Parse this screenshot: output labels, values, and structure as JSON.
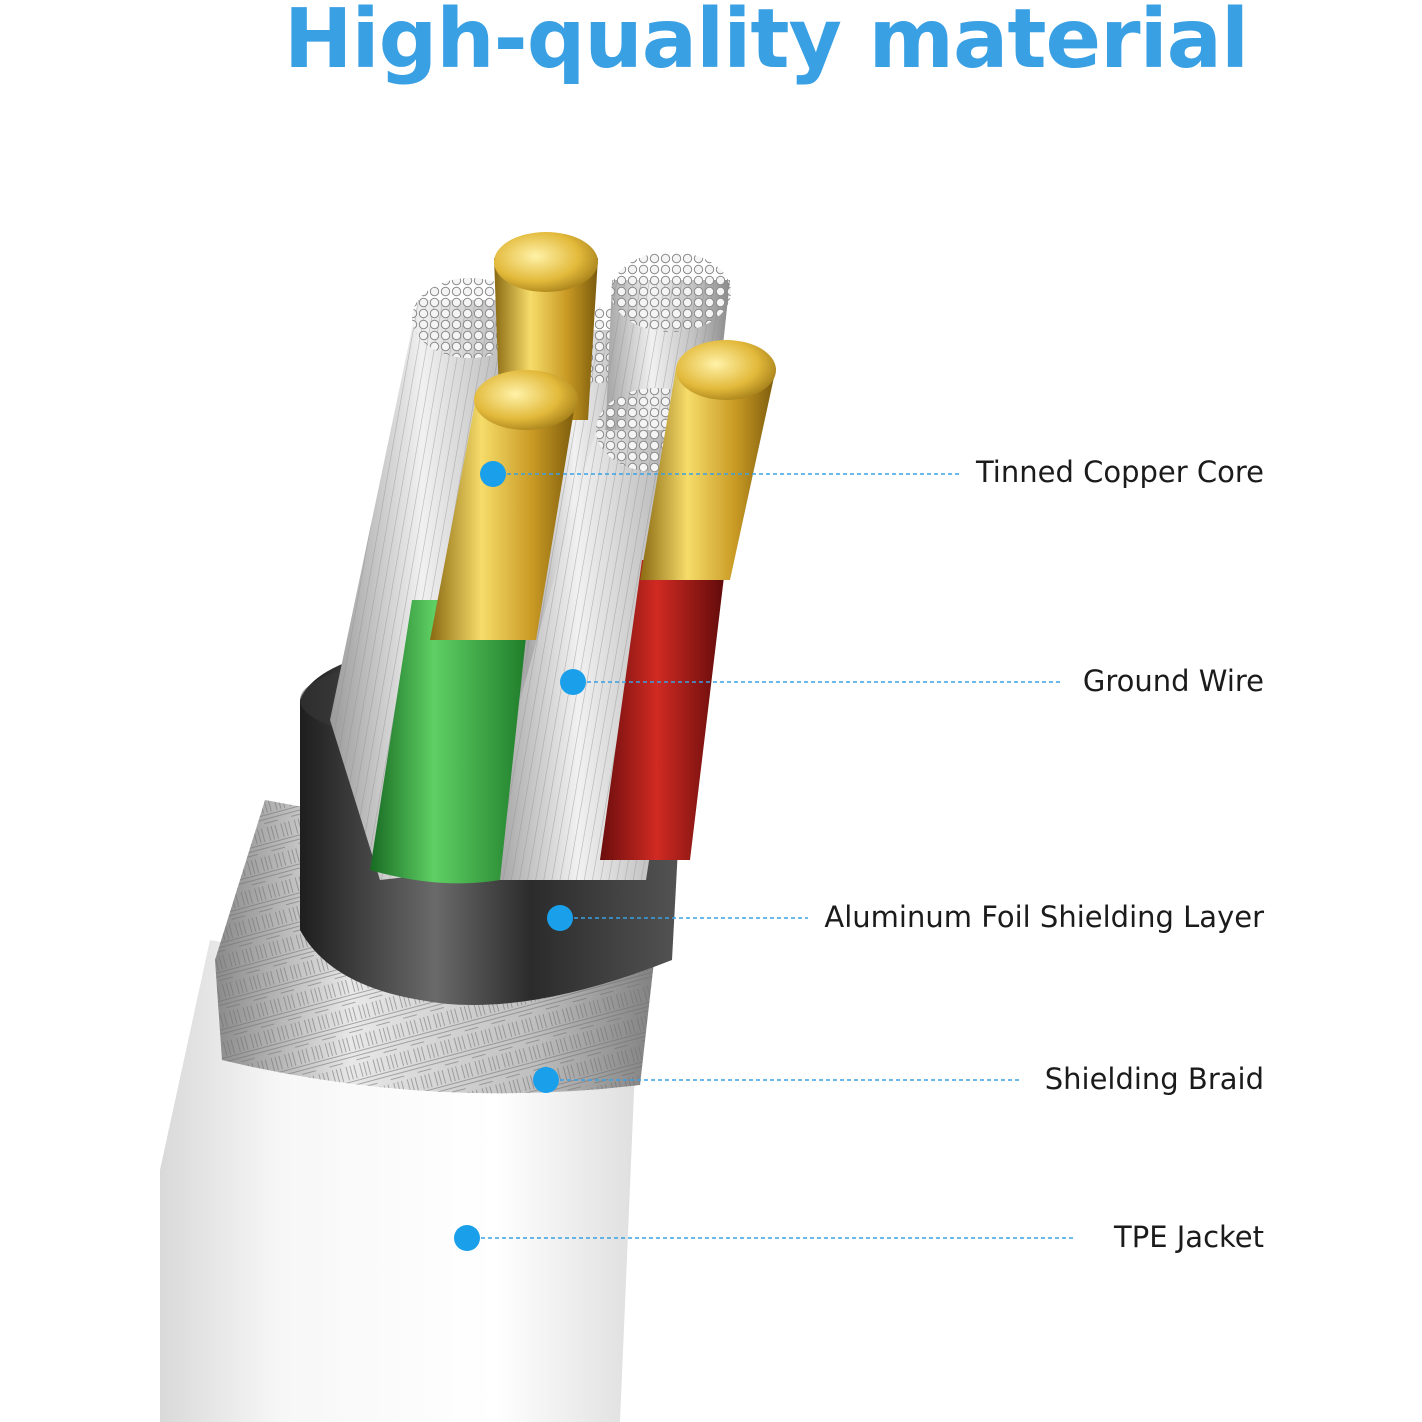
{
  "title": "High-quality material",
  "accent_color": "#3aa0e4",
  "callouts": [
    {
      "label": "Tinned Copper Core"
    },
    {
      "label": "Ground Wire"
    },
    {
      "label": "Aluminum Foil Shielding Layer"
    },
    {
      "label": "Shielding Braid"
    },
    {
      "label": "TPE Jacket"
    }
  ]
}
